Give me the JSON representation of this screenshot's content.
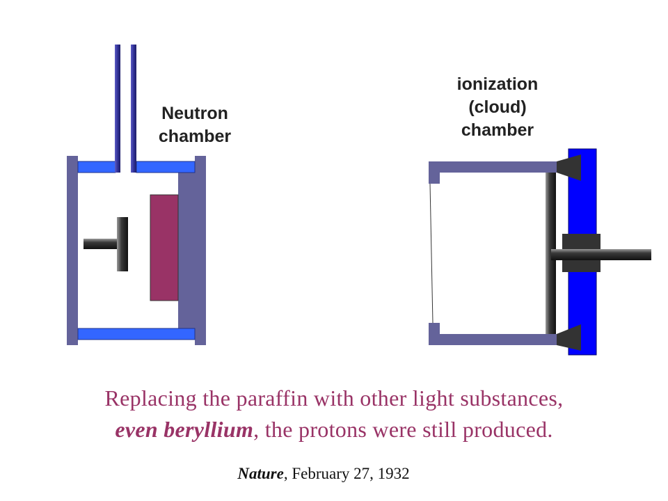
{
  "diagram": {
    "neutron_chamber_label": [
      "Neutron",
      "chamber"
    ],
    "ionization_chamber_label": [
      "ionization",
      "(cloud)",
      "chamber"
    ],
    "colors": {
      "wall": "#64639A",
      "plate": "#3366FF",
      "tube": "#333399",
      "paraffin": "#993366",
      "counter_bar": "#0000FF",
      "dark_fitting": "#333333"
    }
  },
  "caption": {
    "line1": "Replacing the paraffin with other light substances,",
    "line2_emphasis": "even beryllium",
    "line2_rest": ", the protons were still produced."
  },
  "citation": {
    "source": "Nature",
    "date": ", February 27, 1932"
  }
}
